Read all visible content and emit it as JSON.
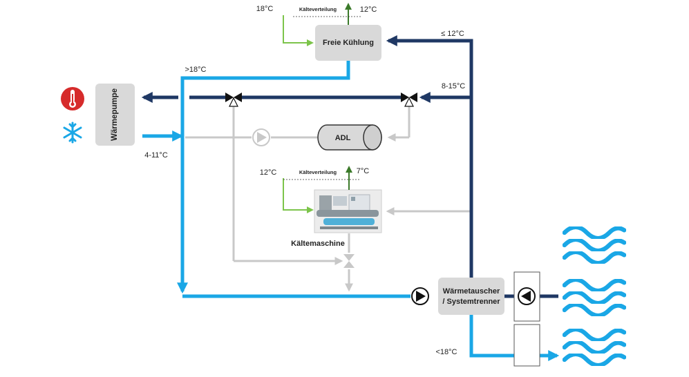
{
  "colors": {
    "light_blue": "#1aa7e6",
    "dark_navy": "#1f3864",
    "grey_line": "#c8c8c8",
    "box_fill": "#d9d9d9",
    "green": "#7cc44a",
    "dark_green": "#3b7a2a",
    "red": "#d62b2b"
  },
  "icons": {
    "heat": "thermometer-icon",
    "cold": "snowflake-icon",
    "water": "water-waves-icon",
    "pump": "pump-icon",
    "valve": "three-way-valve-icon",
    "chiller": "chiller-machine-icon"
  },
  "labels": {
    "waermepumpe": "Wärmepumpe",
    "freie_kuehlung": "Freie Kühlung",
    "adl": "ADL",
    "kaeltemaschine": "Kältemaschine",
    "waermetauscher_line1": "Wärmetauscher",
    "waermetauscher_line2": "/ Systemtrenner",
    "kaelteverteilung_top": "Kälteverteilung",
    "kaelteverteilung_mid": "Kälteverteilung"
  },
  "temps": {
    "fk_in": "18°C",
    "fk_out": "12°C",
    "le_12": "≤ 12°C",
    "gt_18": ">18°C",
    "range_8_15": "8-15°C",
    "range_4_11": "4-11°C",
    "km_in": "12°C",
    "km_out": "7°C",
    "lt_18": "<18°C"
  }
}
